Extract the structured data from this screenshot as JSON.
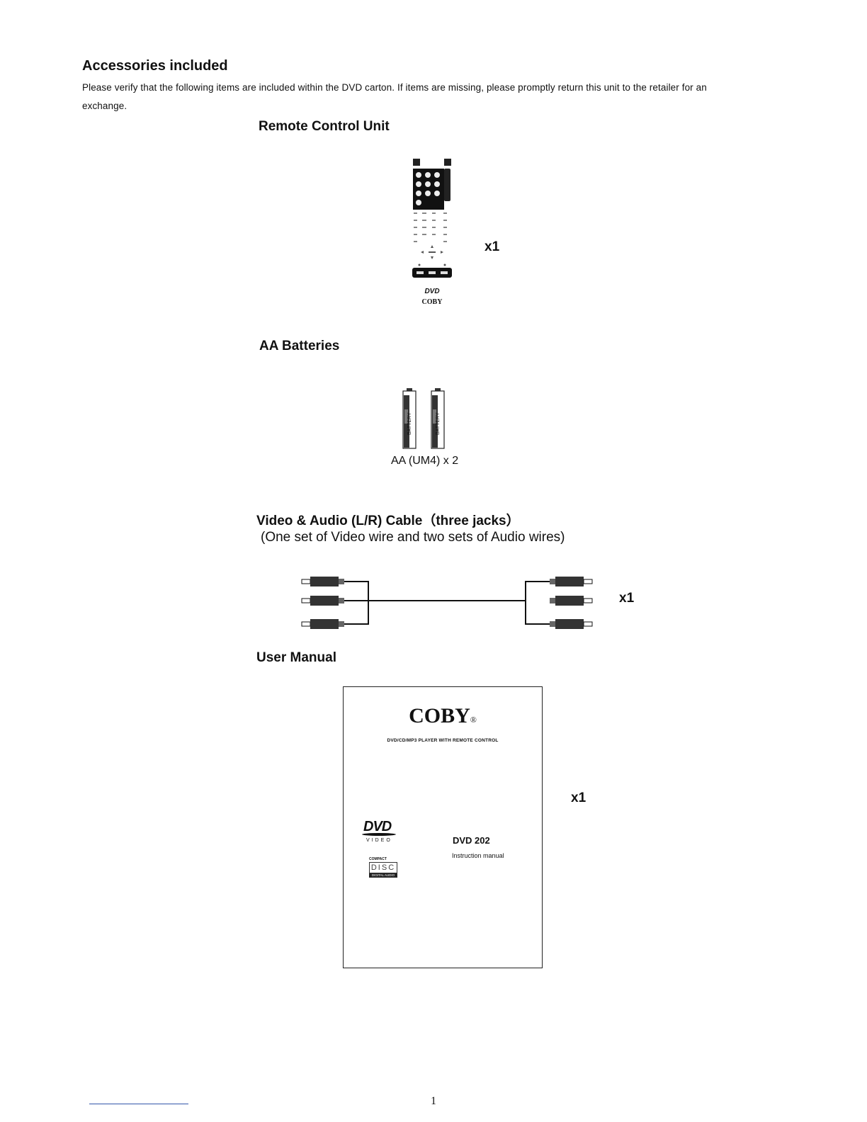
{
  "heading": "Accessories included",
  "intro_line1": "Please verify that the following items are included within the DVD carton.  If items are missing, please promptly return this unit to the retailer for an",
  "intro_line2": "exchange.",
  "remote": {
    "title": "Remote Control Unit",
    "qty": "x1",
    "brand": "COBY",
    "logo": "DVD"
  },
  "batteries": {
    "title": "AA Batteries",
    "battery_text": "BATTERY",
    "caption": "AA  (UM4) x 2"
  },
  "cable": {
    "title": "Video & Audio (L/R) Cable（three jacks）",
    "subtitle": "(One set of Video wire and two sets of Audio wires)",
    "qty": "x1"
  },
  "manual": {
    "title": "User Manual",
    "qty": "x1",
    "brand": "COBY",
    "brand_mark": "®",
    "cover_subtitle": "DVD/CD/MP3 PLAYER WITH REMOTE CONTROL",
    "dvd_logo": "DVD",
    "video_label": "VIDEO",
    "model": "DVD 202",
    "doc_type": "Instruction manual",
    "cd_top": "COMPACT",
    "cd_mid": "DISC",
    "cd_bottom": "DIGITAL AUDIO"
  },
  "page_number": "1"
}
